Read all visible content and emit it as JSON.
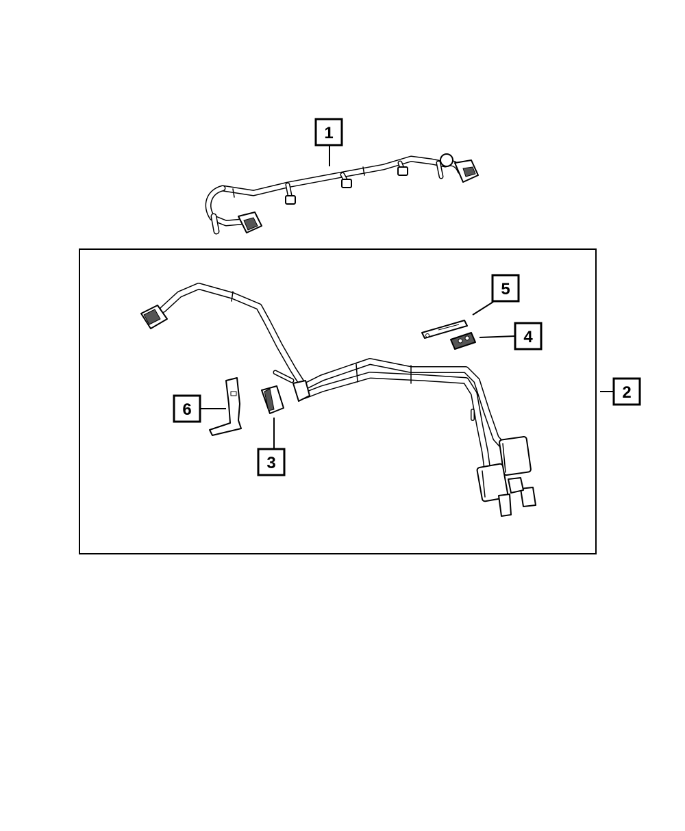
{
  "diagram": {
    "colors": {
      "line": "#000000",
      "fill": "#ffffff",
      "shade": "#555555"
    },
    "callouts": [
      {
        "id": "1",
        "label": "1",
        "part": "fuel-injector-wiring-harness"
      },
      {
        "id": "2",
        "label": "2",
        "part": "wiring-harness-kit"
      },
      {
        "id": "3",
        "label": "3",
        "part": "connector-block"
      },
      {
        "id": "4",
        "label": "4",
        "part": "retainer-clip"
      },
      {
        "id": "5",
        "label": "5",
        "part": "mounting-strap"
      },
      {
        "id": "6",
        "label": "6",
        "part": "support-bracket"
      }
    ]
  }
}
